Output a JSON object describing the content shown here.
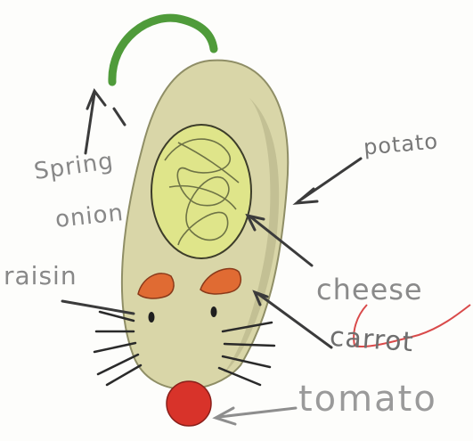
{
  "labels": {
    "spring": "Spring",
    "onion": "onion",
    "potato": "potato",
    "raisin": "raisin",
    "cheese": "cheese",
    "carrot": "carrot",
    "tomato": "tomato"
  },
  "colors": {
    "body": "#d9d6a8",
    "body_shade": "#a8a77a",
    "cheese": "#dfe58a",
    "scribble": "#5b5f3a",
    "ears": "#e06b33",
    "nose": "#d8332a",
    "stem": "#4f9b3a",
    "arrows": "#3b3b3b",
    "correction": "#d94a4a"
  },
  "icons": [
    "mouse-drawing",
    "arrow"
  ]
}
